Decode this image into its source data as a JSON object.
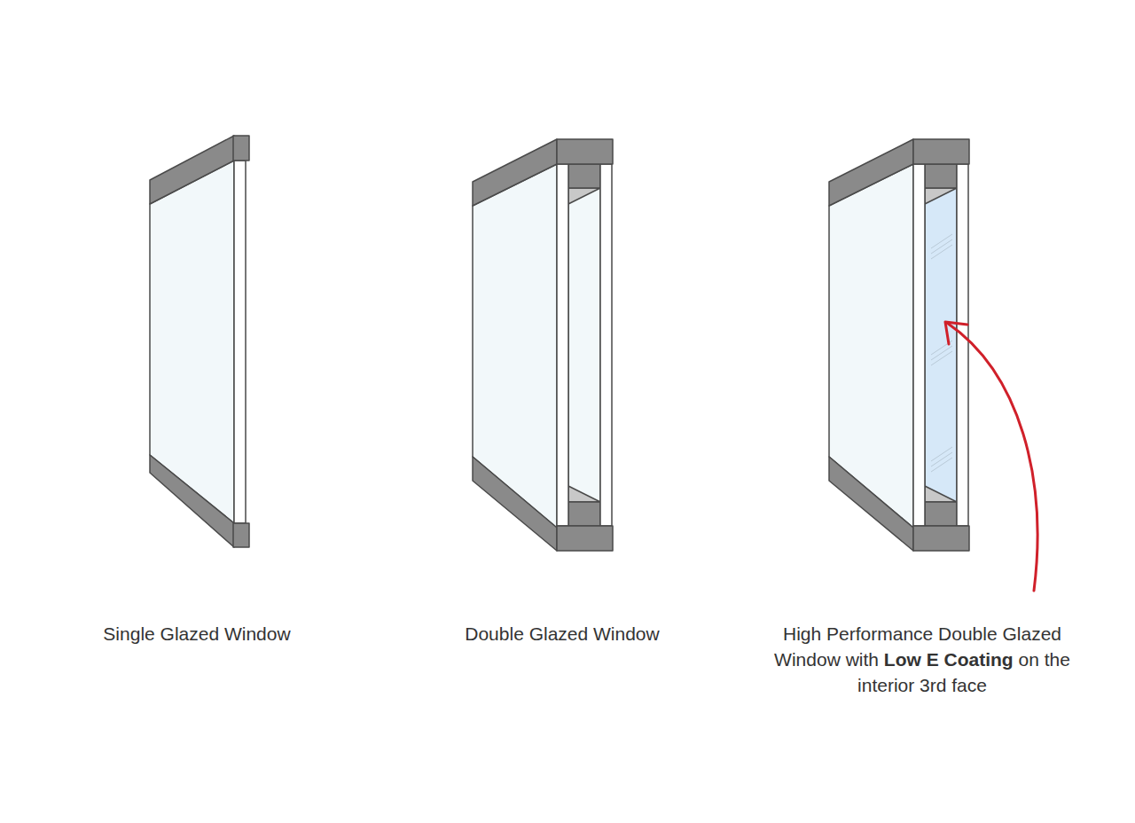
{
  "diagram": {
    "labels": [
      "Single Glazed Window",
      "Double Glazed Window",
      "High Performance Double Glazed Window with",
      "Low E Coating",
      "on the interior 3rd face"
    ]
  }
}
